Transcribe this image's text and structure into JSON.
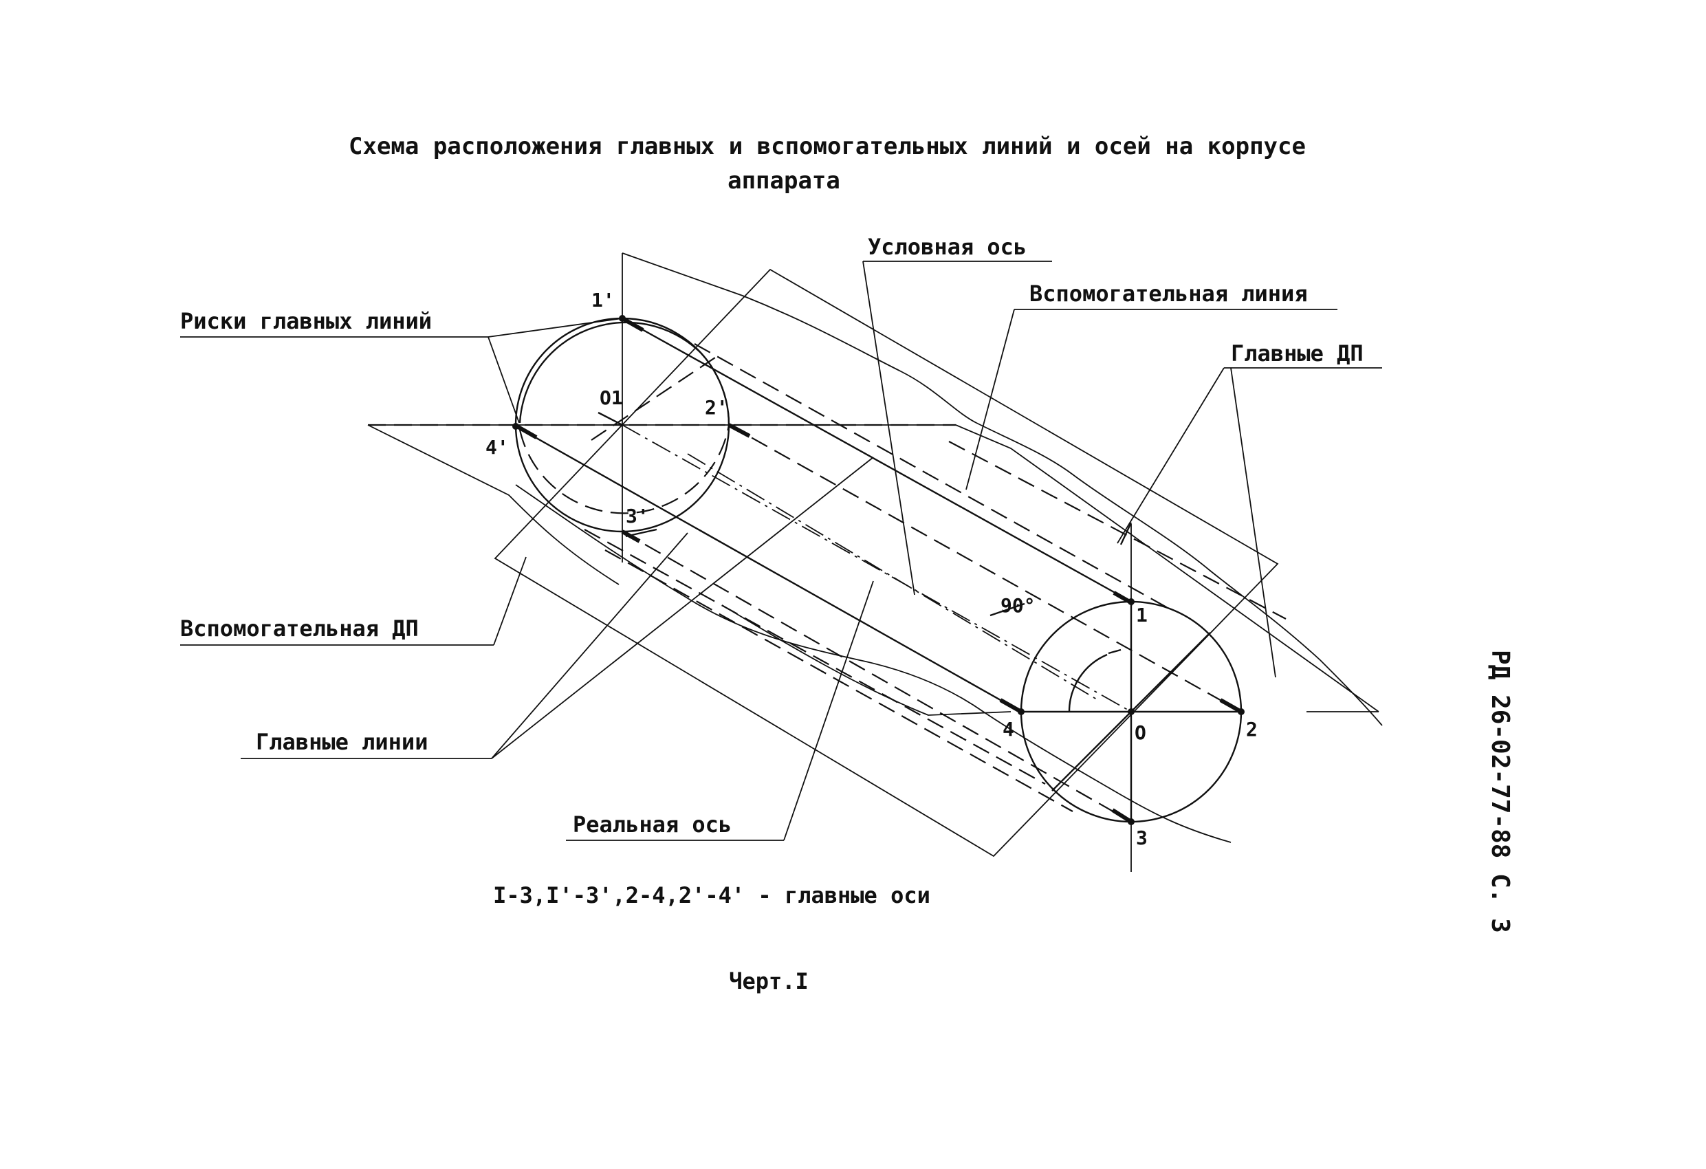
{
  "title": {
    "line1": "Схема расположения главных и вспомогательных линий и осей на корпусе",
    "line2": "аппарата"
  },
  "labels": {
    "conditional_axis": "Условная ось",
    "auxiliary_line": "Вспомогательная линия",
    "main_planes": "Главные ДП",
    "main_line_marks": "Риски главных линий",
    "auxiliary_plane": "Вспомогательная ДП",
    "main_lines": "Главные линии",
    "real_axis": "Реальная ось"
  },
  "points": {
    "p1_prime": "1'",
    "p2_prime": "2'",
    "p3_prime": "3'",
    "p4_prime": "4'",
    "o1": "O1",
    "p1": "1",
    "p2": "2",
    "p3": "3",
    "p4": "4",
    "o": "O",
    "angle": "90°"
  },
  "caption": "I-3,I'-3',2-4,2'-4' - главные оси",
  "drawing_number": "Черт.I",
  "side_code": "РД 26-02-77-88 С. 3"
}
